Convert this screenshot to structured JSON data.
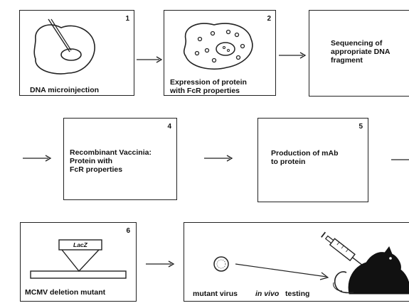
{
  "steps": [
    {
      "number": "1",
      "label": "DNA microinjection"
    },
    {
      "number": "2",
      "label_line1": "Expression of protein",
      "label_line2": "with FcR properties"
    },
    {
      "label_line1": "Sequencing of",
      "label_line2": "appropriate DNA",
      "label_line3": "fragment"
    },
    {
      "number": "4",
      "label_line1": "Recombinant Vaccinia:",
      "label_line2": "Protein with",
      "label_line3": "FcR properties"
    },
    {
      "number": "5",
      "label_line1": "Production of mAb",
      "label_line2": "to protein"
    },
    {
      "number": "6",
      "gene_label": "LacZ",
      "label": "MCMV deletion mutant"
    },
    {
      "label_mutant": "mutant virus",
      "label_invivo_italic": "in vivo",
      "label_testing": "testing"
    }
  ]
}
